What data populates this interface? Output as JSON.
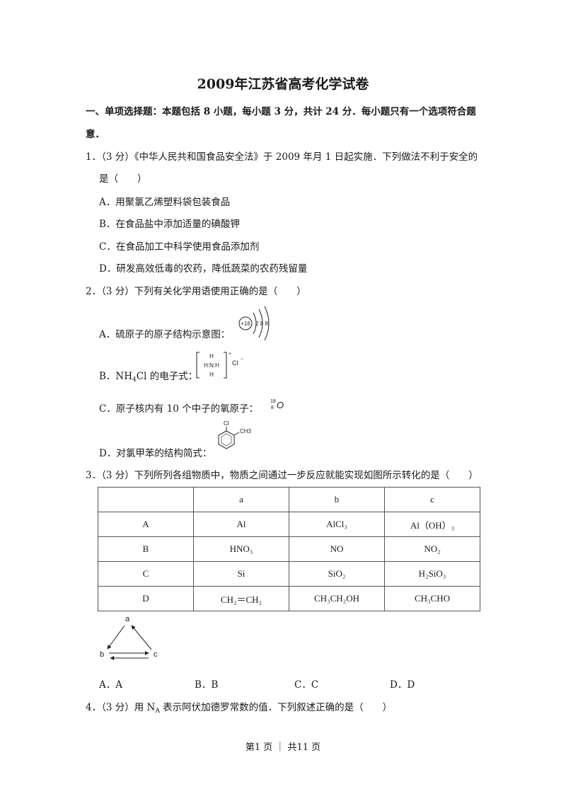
{
  "title": "2009年江苏省高考化学试卷",
  "section1": {
    "heading_line1": "一、单项选择题：本题包括 8 小题，每小题 3 分，共计 24 分．每小题只有一个选项符合题",
    "heading_line2": "意．"
  },
  "q1": {
    "line1": "1．（3 分）《中华人民共和国食品安全法》于 2009 年月 1 日起实施．下列做法不利于安全的",
    "line2": "是（　　）",
    "options": [
      "A．用聚氯乙烯塑料袋包装食品",
      "B．在食品盐中添加适量的碘酸钾",
      "C．在食品加工中科学使用食品添加剂",
      "D．研发高效低毒的农药，降低蔬菜的农药残留量"
    ]
  },
  "q2": {
    "stem": "2．（3 分）下列有关化学用语使用正确的是（　　）",
    "optA": "A．硫原子的原子结构示意图：",
    "optA_image": {
      "nucleus": "+16",
      "shells": "2 8 8"
    },
    "optB_prefix": "B．NH",
    "optB_sub": "4",
    "optB_suffix": "Cl 的电子式：",
    "optB_image": {
      "H_top": "H",
      "center": "H:N:H",
      "H_bottom": "H",
      "cation_charge": "+",
      "anion": "Cl",
      "anion_charge": "−"
    },
    "optC": "C．原子核内有 10 个中子的氧原子：",
    "optC_image": {
      "mass": "18",
      "atomic": "8",
      "symbol": "O"
    },
    "optD": "D．对氯甲苯的结构简式：",
    "optD_image": {
      "substituent1": "Cl",
      "substituent2": "CH3"
    }
  },
  "q3": {
    "stem": "3．（3 分）下列所列各组物质中，物质之间通过一步反应就能实现如图所示转化的是（　　）",
    "table": {
      "headers": [
        "",
        "a",
        "b",
        "c"
      ],
      "rows": [
        [
          "A",
          "Al",
          "AlCl₃",
          "Al（OH）₃"
        ],
        [
          "B",
          "HNO₃",
          "NO",
          "NO₂"
        ],
        [
          "C",
          "Si",
          "SiO₂",
          "H₂SiO₃"
        ],
        [
          "D",
          "CH₂＝CH₂",
          "CH₃CH₂OH",
          "CH₃CHO"
        ]
      ]
    },
    "diagram": {
      "node_a": "a",
      "node_b": "b",
      "node_c": "c"
    },
    "options": [
      "A．A",
      "B．B",
      "C．C",
      "D．D"
    ]
  },
  "q4": {
    "stem_prefix": "4．（3 分）用 N",
    "stem_sub": "A",
    "stem_suffix": " 表示阿伏加德罗常数的值．下列叙述正确的是（　　）"
  },
  "footer": "第1 页 ｜ 共11 页"
}
